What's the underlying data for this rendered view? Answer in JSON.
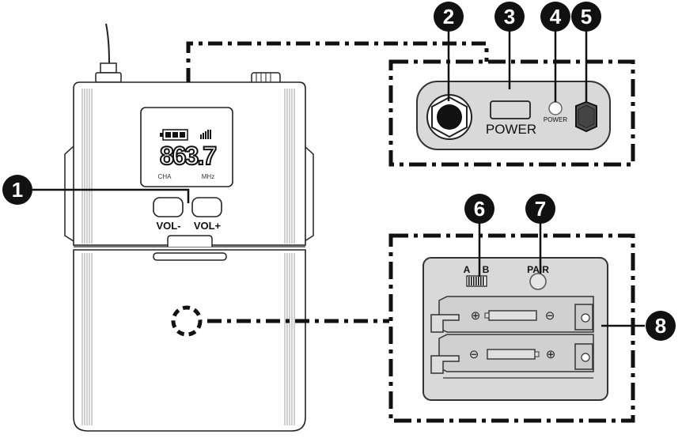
{
  "callouts": [
    "1",
    "2",
    "3",
    "4",
    "5",
    "6",
    "7",
    "8"
  ],
  "display": {
    "frequency": "863.7",
    "channel_label": "CHA",
    "unit_label": "MHz"
  },
  "buttons": {
    "vol_down": "VOL-",
    "vol_up": "VOL+"
  },
  "top_panel": {
    "power_button_label": "POWER",
    "power_led_label": "POWER"
  },
  "battery_panel": {
    "switch_a": "A",
    "switch_b": "B",
    "pair_label": "PAIR",
    "battery1_left_symbol": "⊕",
    "battery1_right_symbol": "⊖",
    "battery2_left_symbol": "⊖",
    "battery2_right_symbol": "⊕"
  }
}
